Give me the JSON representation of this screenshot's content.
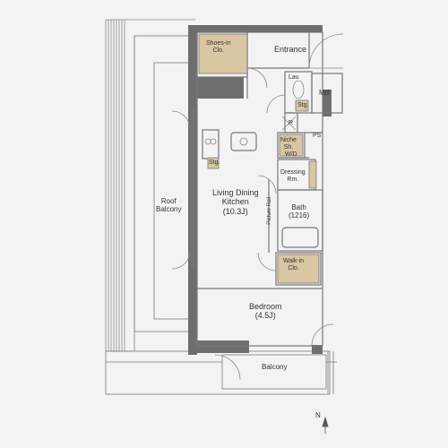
{
  "plan": {
    "rooms": {
      "shoes_in": "Shoes-in\nClo.",
      "entrance": "Entrance",
      "lav": "Lav.",
      "mb": "MB",
      "stg_lav": "Stg.",
      "r": "R",
      "ps": "PS",
      "niche": "Niche\nSh.",
      "wd": "W/D",
      "stg_kitchen": "Stg.",
      "dressing": "Dressing\nRm.",
      "ldk": "Living Dining\nKitchen\n(10.3J)",
      "roof_balcony": "Roof\nBalcony",
      "bath": "Bath\n(1216)",
      "picture_rail": "Picture Rail",
      "walkin": "Walk-in\nClo.",
      "bedroom": "Bedroom\n(4.5J)",
      "balcony": "Balcony"
    },
    "compass": "N",
    "colors": {
      "wall_fill": "#6e6e6e",
      "storage_fill": "#d9c7a3",
      "line": "#777777",
      "background": "#f3f3f3"
    }
  }
}
